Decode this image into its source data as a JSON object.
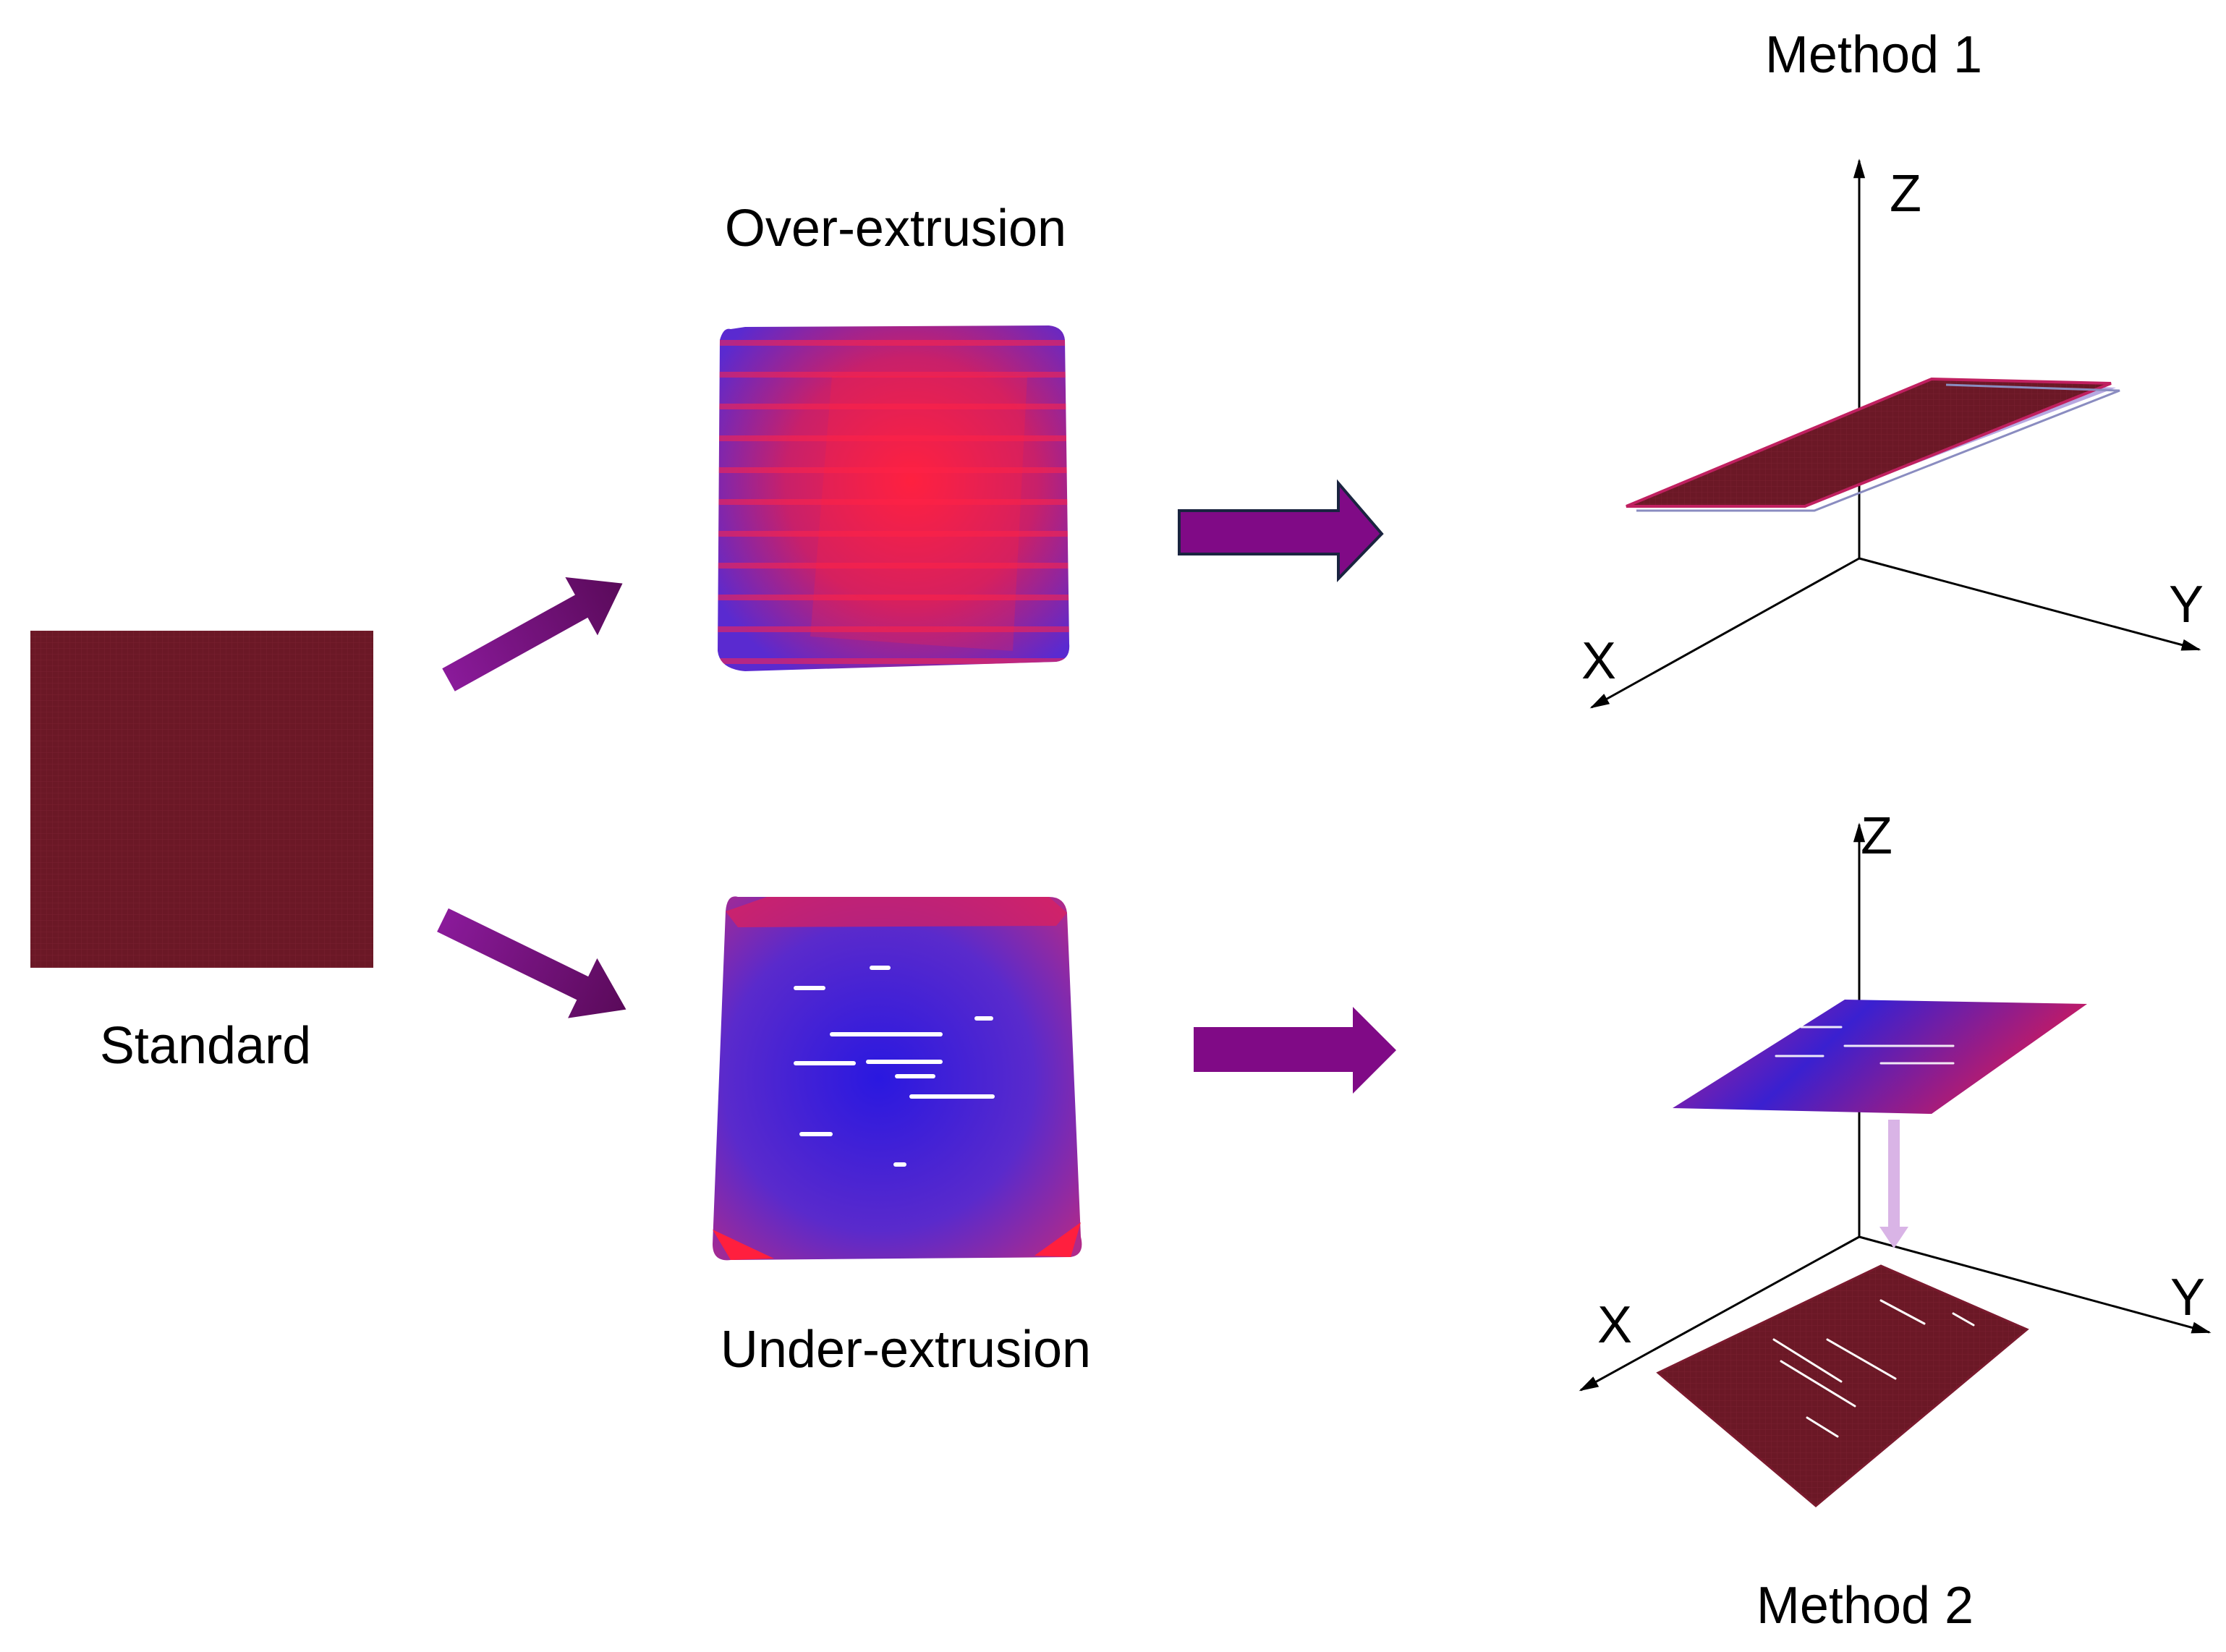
{
  "labels": {
    "standard": "Standard",
    "over_extrusion": "Over-extrusion",
    "under_extrusion": "Under-extrusion",
    "method_1": "Method 1",
    "method_2": "Method 2"
  },
  "axes_method_1": {
    "z": "Z",
    "x": "X",
    "y": "Y"
  },
  "axes_method_2": {
    "z": "Z",
    "x": "X",
    "y": "Y"
  },
  "colors": {
    "standard_fill": "#6b1826",
    "over_extrusion_red": "#ff1f3e",
    "over_extrusion_blue": "#4a2ad8",
    "under_extrusion_blue": "#3a1fd0",
    "arrow_purple": "#800a86",
    "arrow_outline": "#1a2440",
    "projection_arrow": "#d9b4e6"
  }
}
